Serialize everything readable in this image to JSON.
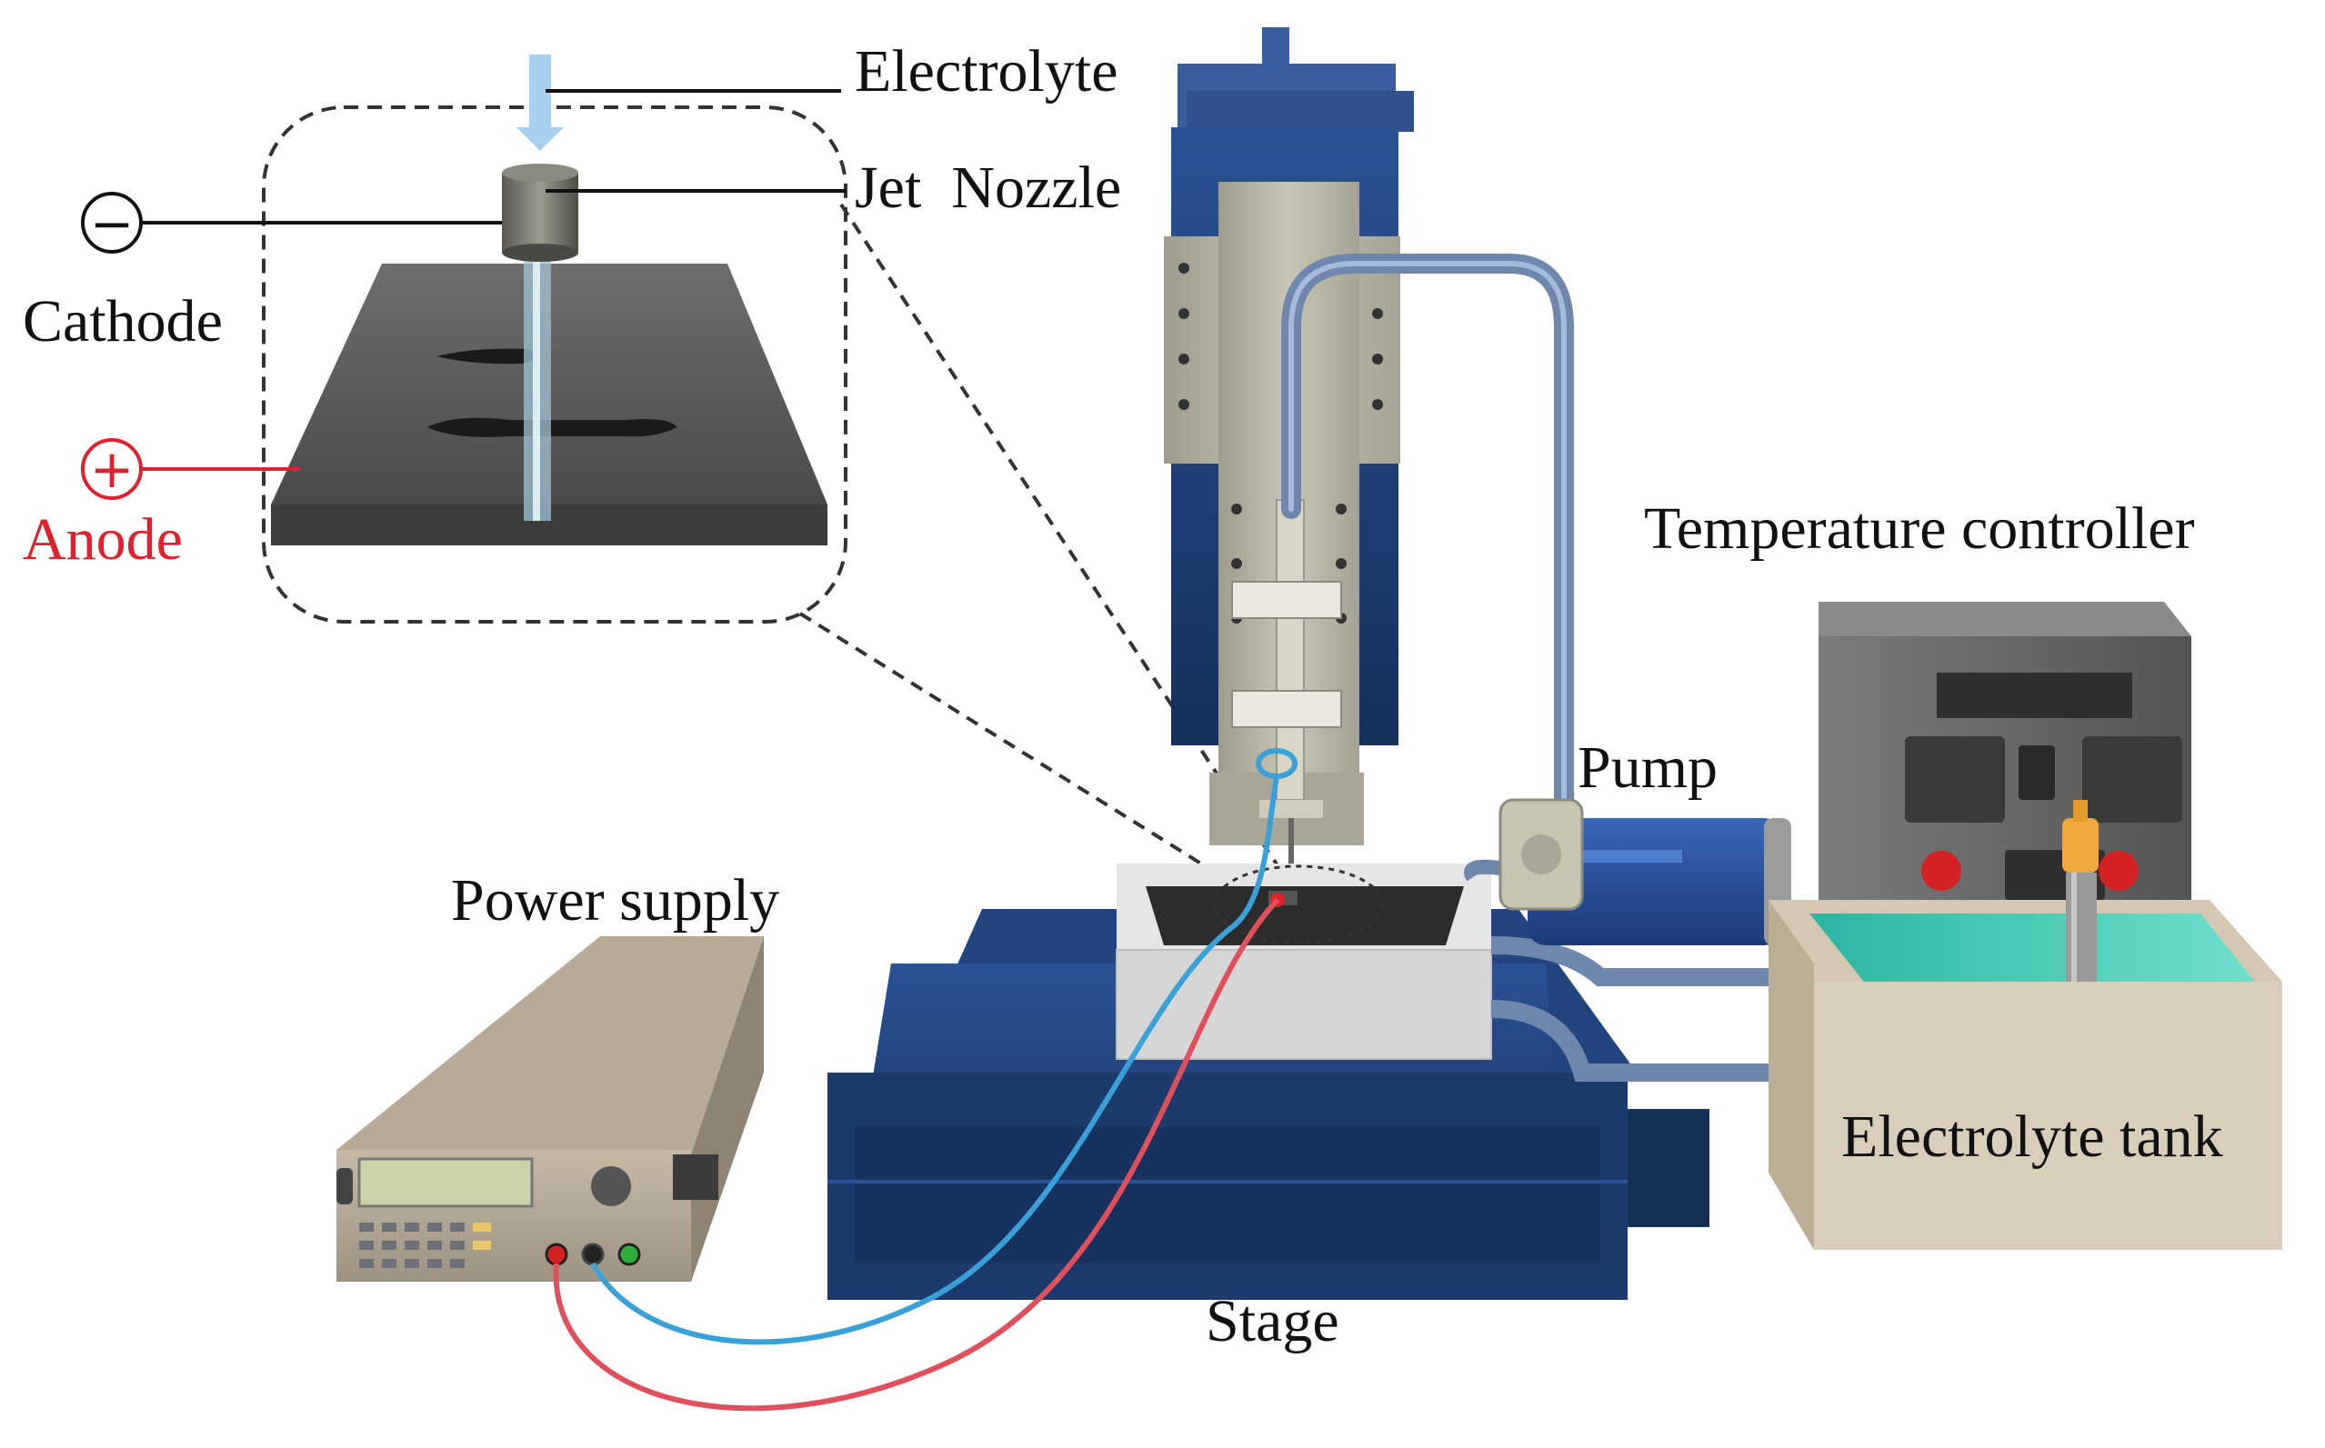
{
  "labels": {
    "electrolyte": "Electrolyte",
    "jet_nozzle": "Jet  Nozzle",
    "cathode": "Cathode",
    "anode": "Anode",
    "temperature_controller": "Temperature controller",
    "pump": "Pump",
    "power_supply": "Power supply",
    "electrolyte_tank": "Electrolyte tank",
    "stage": "Stage"
  },
  "symbols": {
    "cathode_sign": "−",
    "anode_sign": "+"
  },
  "colors": {
    "machine_blue": "#1f3f74",
    "column_gray": "#b9b6a6",
    "hose_blue": "#6f86ad",
    "tank_beige": "#d4c8b2",
    "water_teal": "#3fc4b0",
    "wire_red": "#e0505a",
    "wire_blue": "#3aa0d8",
    "anode_red": "#e0202a"
  },
  "icons": [
    "minus-circle-icon",
    "plus-circle-icon",
    "down-arrow-icon"
  ]
}
